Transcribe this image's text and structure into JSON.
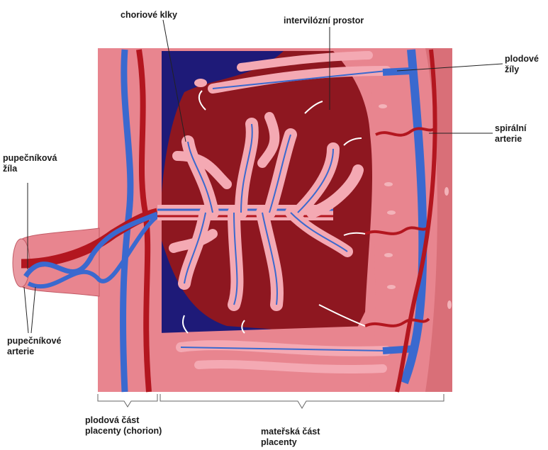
{
  "labels": {
    "choriove_klky": "choriové klky",
    "intervilozni_prostor": "intervilózní prostor",
    "plodove_zily": "plodové\nžíly",
    "spiralni_arterie": "spirální\narterie",
    "pupecnikova_zila": "pupečníková\nžíla",
    "pupecnikove_arterie": "pupečníkové\narterie",
    "plodova_cast": "plodová část\nplacenty (chorion)",
    "materska_cast": "mateřská část\nplacenty"
  },
  "colors": {
    "tissue": "#e8858f",
    "tissue_light": "#f3b3b9",
    "uterine_wall": "#d96f78",
    "blood_space": "#8e1720",
    "blood_dark": "#1e1a78",
    "vein": "#3a69cf",
    "artery": "#b3161f",
    "villus": "#f4a9b3",
    "arrow": "#ffffff"
  }
}
